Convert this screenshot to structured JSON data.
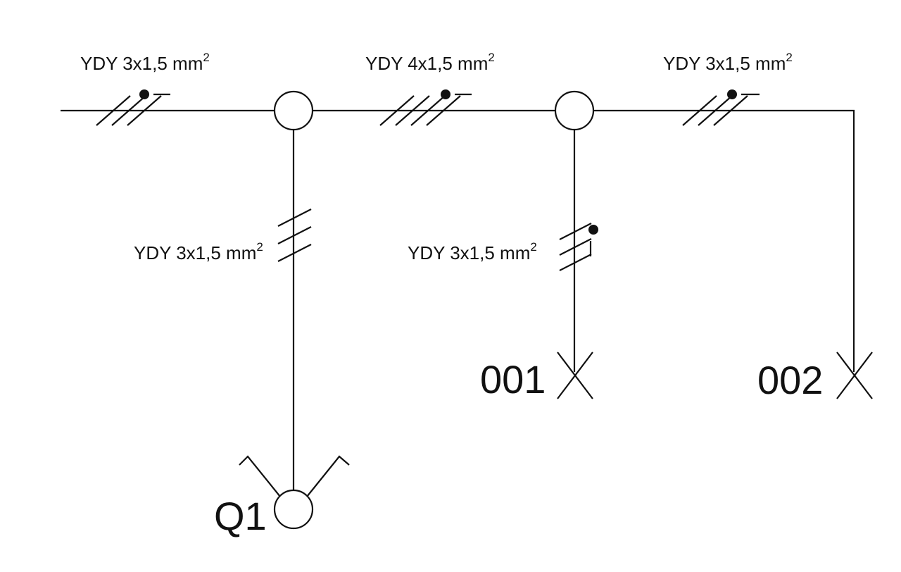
{
  "diagram": {
    "cables": {
      "feed": {
        "text": "YDY 3x1,5 mm",
        "superscript": "2"
      },
      "link": {
        "text": "YDY 4x1,5 mm",
        "superscript": "2"
      },
      "branch_002": {
        "text": "YDY 3x1,5 mm",
        "superscript": "2"
      },
      "drop_q1": {
        "text": "YDY 3x1,5 mm",
        "superscript": "2"
      },
      "drop_001": {
        "text": "YDY 3x1,5 mm",
        "superscript": "2"
      }
    },
    "devices": {
      "socket": "Q1",
      "light_1": "001",
      "light_2": "002"
    },
    "colors": {
      "stroke": "#111111",
      "background": "#ffffff"
    }
  }
}
